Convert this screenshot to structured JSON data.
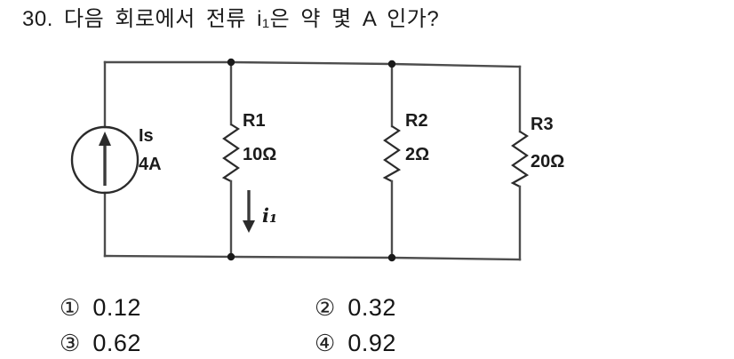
{
  "question": {
    "text": "30. 다음 회로에서 전류 i₁은 약 몇 A 인가?"
  },
  "circuit": {
    "source": {
      "label": "Is",
      "value": "4A"
    },
    "r1": {
      "label": "R1",
      "value": "10Ω"
    },
    "r2": {
      "label": "R2",
      "value": "2Ω"
    },
    "r3": {
      "label": "R3",
      "value": "20Ω"
    },
    "branch_current_label": "i₁"
  },
  "options": [
    {
      "marker": "①",
      "value": "0.12"
    },
    {
      "marker": "②",
      "value": "0.32"
    },
    {
      "marker": "③",
      "value": "0.62"
    },
    {
      "marker": "④",
      "value": "0.92"
    }
  ],
  "colors": {
    "wire": "#4d4d4d",
    "ink": "#1b1b1b"
  }
}
